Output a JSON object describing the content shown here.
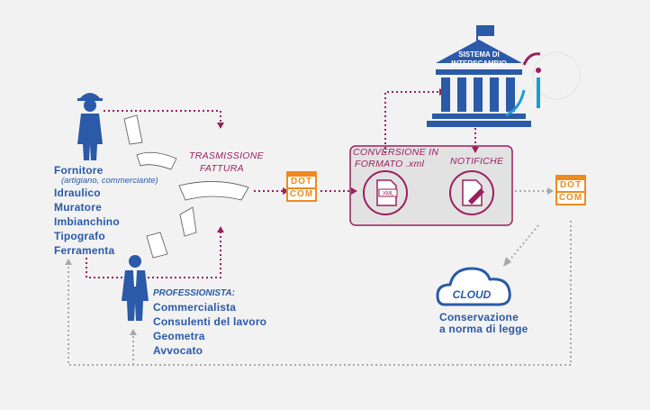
{
  "supplier": {
    "title": "Fornitore",
    "subtitle": "(artigiano, commerciante)",
    "roles": [
      "Idraulico",
      "Muratore",
      "Imbianchino",
      "Tipografo",
      "Ferramenta"
    ]
  },
  "professional": {
    "title": "PROFESSIONISTA:",
    "roles": [
      "Commercialista",
      "Consulenti del lavoro",
      "Geometra",
      "Avvocato"
    ]
  },
  "transmission": {
    "line1": "TRASMISSIONE",
    "line2": "FATTURA"
  },
  "sdi": {
    "line1": "SISTEMA DI",
    "line2": "INTERSCAMBIO"
  },
  "conversion": {
    "line1": "CONVERSIONE IN",
    "line2": "FORMATO .xml",
    "file_badge": "XML"
  },
  "notifications": {
    "label": "NOTIFICHE"
  },
  "dotcom": {
    "line1": "DOT",
    "line2": "COM"
  },
  "cloud": {
    "label": "CLOUD",
    "caption_line1": "Conservazione",
    "caption_line2": "a norma di legge"
  },
  "colors": {
    "blue": "#2a5aa8",
    "magenta": "#9b1f5e",
    "orange": "#f08a1e",
    "grey_dots": "#a8a8a8",
    "panel": "#e2e2e2"
  },
  "icons": [
    "worker-hardhat-icon",
    "businessman-icon",
    "government-building-icon",
    "xml-file-icon",
    "edit-document-icon",
    "cloud-icon",
    "paper-sheet-icon"
  ]
}
